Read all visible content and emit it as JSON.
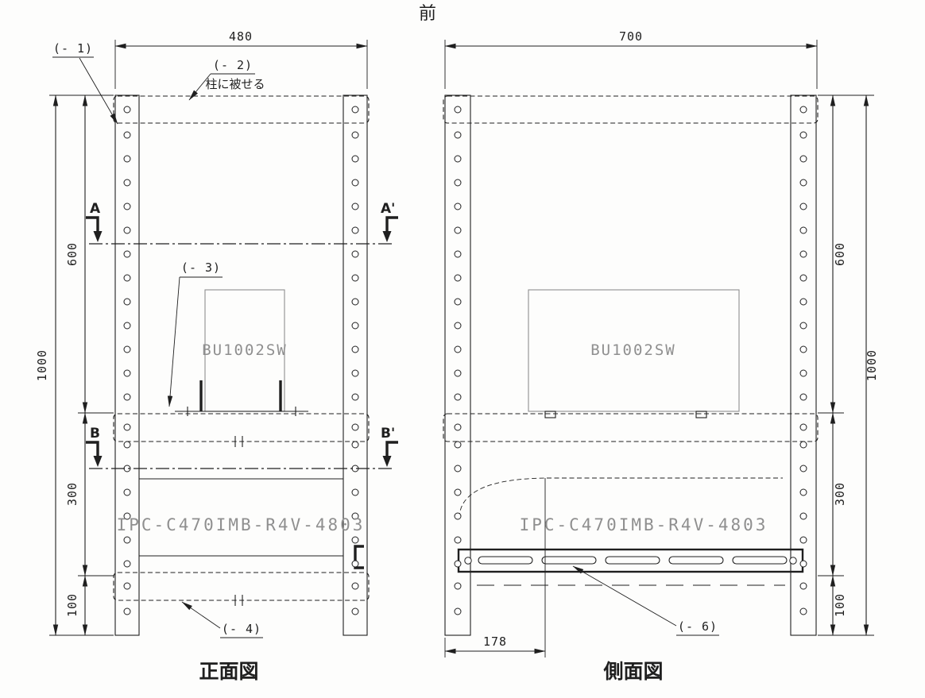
{
  "front_view": {
    "title": "正面図",
    "dims": {
      "width": "480",
      "total": "1000",
      "upper": "600",
      "middle": "300",
      "lower": "100"
    },
    "parts": {
      "p1": "(- 1)",
      "p2": "(- 2)",
      "p2_note": "柱に被せる",
      "p3": "(- 3)",
      "p4": "(- 4)"
    },
    "sections": {
      "a": "A",
      "a_prime": "A'",
      "b": "B",
      "b_prime": "B'"
    },
    "equipment": {
      "upper": "BU1002SW",
      "lower": "IPC-C470IMB-R4V-4803"
    }
  },
  "side_view": {
    "title": "側面図",
    "front_marker": "前",
    "dims": {
      "width": "700",
      "total": "1000",
      "upper": "600",
      "middle": "300",
      "lower": "100",
      "front_offset": "178"
    },
    "parts": {
      "p6": "(- 6)"
    },
    "equipment": {
      "upper": "BU1002SW",
      "lower": "IPC-C470IMB-R4V-4803"
    }
  }
}
